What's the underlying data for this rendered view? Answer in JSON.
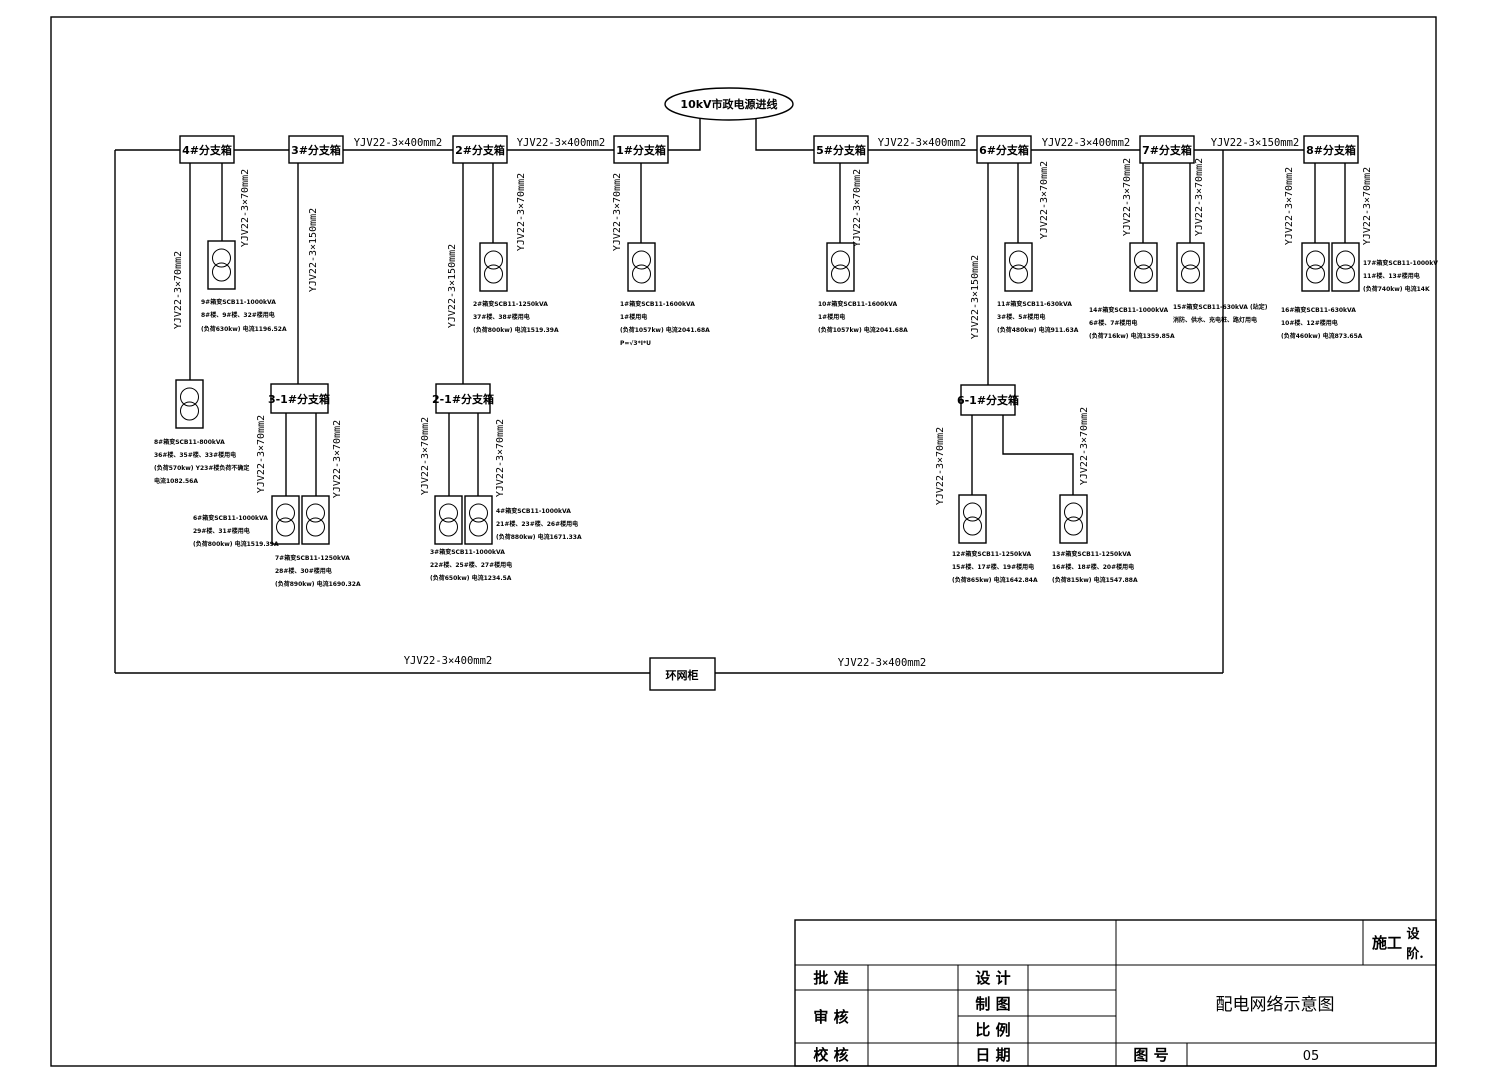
{
  "source": "10kV市政电源进线",
  "ring_cabinet": "环网柜",
  "trunk_labels": {
    "t_3_2": "YJV22-3×400mm2",
    "t_2_1": "YJV22-3×400mm2",
    "t_5_6": "YJV22-3×400mm2",
    "t_6_7": "YJV22-3×400mm2",
    "t_7_8": "YJV22-3×150mm2",
    "ring_left": "YJV22-3×400mm2",
    "ring_right": "YJV22-3×400mm2"
  },
  "boxes": {
    "b4": "4#分支箱",
    "b3": "3#分支箱",
    "b2": "2#分支箱",
    "b1": "1#分支箱",
    "b5": "5#分支箱",
    "b6": "6#分支箱",
    "b7": "7#分支箱",
    "b8": "8#分支箱",
    "b31": "3-1#分支箱",
    "b21": "2-1#分支箱",
    "b61": "6-1#分支箱"
  },
  "cables": {
    "c70": "YJV22-3×70mm2",
    "c150": "YJV22-3×150mm2"
  },
  "transformers": {
    "tx9": [
      "9#箱变SCB11-1000kVA",
      "8#楼、9#楼、32#楼用电",
      "(负荷630kw) 电流1196.52A"
    ],
    "tx8": [
      "8#箱变SCB11-800kVA",
      "36#楼、35#楼、33#楼用电",
      "(负荷570kw) Y23#楼负荷不确定",
      "电流1082.56A"
    ],
    "tx6": [
      "6#箱变SCB11-1000kVA",
      "29#楼、31#楼用电",
      "(负荷800kw) 电流1519.39A"
    ],
    "tx7": [
      "7#箱变SCB11-1250kVA",
      "28#楼、30#楼用电",
      "(负荷890kw) 电流1690.32A"
    ],
    "tx2": [
      "2#箱变SCB11-1250kVA",
      "37#楼、38#楼用电",
      "(负荷800kw) 电流1519.39A"
    ],
    "tx3": [
      "3#箱变SCB11-1000kVA",
      "22#楼、25#楼、27#楼用电",
      "(负荷650kw) 电流1234.5A"
    ],
    "tx4": [
      "4#箱变SCB11-1000kVA",
      "21#楼、23#楼、26#楼用电",
      "(负荷880kw) 电流1671.33A"
    ],
    "tx1": [
      "1#箱变SCB11-1600kVA",
      "1#楼用电",
      "(负荷1057kw) 电流2041.68A",
      "P=√3*I*U"
    ],
    "tx10": [
      "10#箱变SCB11-1600kVA",
      "1#楼用电",
      "(负荷1057kw) 电流2041.68A"
    ],
    "tx11": [
      "11#箱变SCB11-630kVA",
      "3#楼、5#楼用电",
      "(负荷480kw) 电流911.63A"
    ],
    "tx12": [
      "12#箱变SCB11-1250kVA",
      "15#楼、17#楼、19#楼用电",
      "(负荷865kw) 电流1642.84A"
    ],
    "tx13": [
      "13#箱变SCB11-1250kVA",
      "16#楼、18#楼、20#楼用电",
      "(负荷815kw) 电流1547.88A"
    ],
    "tx14": [
      "14#箱变SCB11-1000kVA",
      "6#楼、7#楼用电",
      "(负荷716kw) 电流1359.85A"
    ],
    "tx15": [
      "15#箱变SCB11-630kVA (站定)",
      "消防、供水、充电桩、路灯用电"
    ],
    "tx16": [
      "16#箱变SCB11-630kVA",
      "10#楼、12#楼用电",
      "(负荷460kw) 电流873.65A"
    ],
    "tx17": [
      "17#箱变SCB11-1000kV",
      "11#楼、13#楼用电",
      "(负荷740kw) 电流14K"
    ]
  },
  "title_block": {
    "stage_a": "施工",
    "stage_b": "设",
    "stage_c": "阶.",
    "approve": "批  准",
    "review": "审  核",
    "check": "校  核",
    "design": "设  计",
    "draft": "制  图",
    "scale": "比  例",
    "date": "日  期",
    "title": "配电网络示意图",
    "drawing_no_label": "图  号",
    "drawing_no": "05"
  }
}
